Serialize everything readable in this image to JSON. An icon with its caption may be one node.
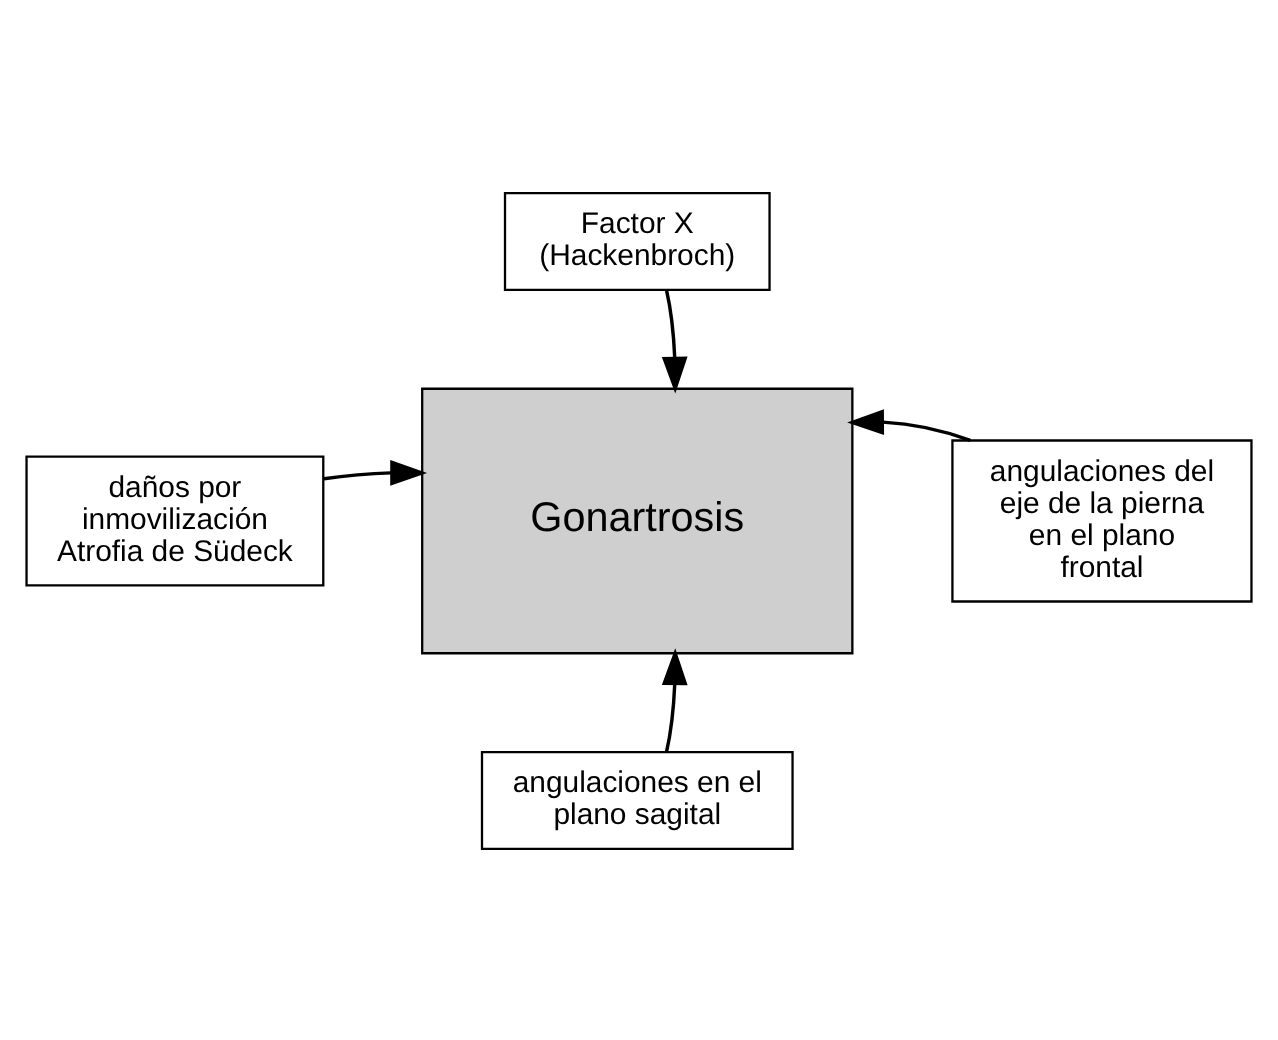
{
  "diagram": {
    "nodes": [
      {
        "text": [
          "Gonartrosis"
        ]
      },
      {
        "text": [
          "Factor X (Hackenbroch)"
        ]
      },
      {
        "text": [
          "daños por inmovilización Atrofia de Südeck"
        ]
      },
      {
        "text": [
          "angulaciones del eje de la pierna en el plano frontal"
        ]
      },
      {
        "text": [
          "angulaciones en el plano sagital"
        ]
      }
    ],
    "edges": [
      {
        "from": 1,
        "to": 0,
        "arrow": "to"
      },
      {
        "from": 2,
        "to": 0,
        "arrow": "to"
      },
      {
        "from": 3,
        "to": 0,
        "arrow": "to"
      },
      {
        "from": 4,
        "to": 0,
        "arrow": "to"
      }
    ]
  }
}
